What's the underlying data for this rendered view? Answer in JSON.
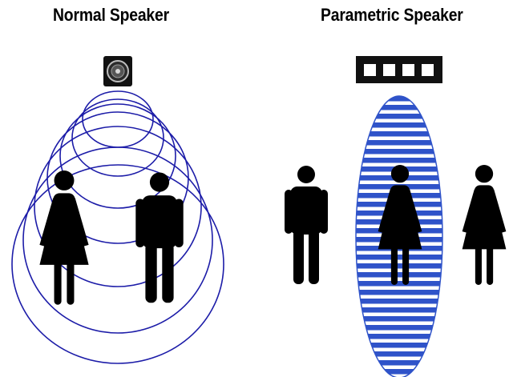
{
  "titles": {
    "normal": "Normal Speaker",
    "parametric": "Parametric Speaker"
  },
  "colors": {
    "wave_ring": "#1c1ca8",
    "beam_fill": "#2f53c9",
    "figure": "#000000",
    "background": "#ffffff"
  },
  "icons": {
    "normal_speaker": "round-cone-speaker-icon",
    "parametric_speaker": "ultrasonic-transducer-array-icon",
    "person_male": "male-person-icon",
    "person_female": "female-person-icon"
  },
  "diagram": {
    "normal_side": {
      "figures": [
        "female-person-icon",
        "male-person-icon"
      ],
      "sound_pattern": "expanding concentric rings"
    },
    "parametric_side": {
      "figures": [
        "male-person-icon",
        "female-person-icon",
        "female-person-icon"
      ],
      "sound_pattern": "narrow striped beam covering only the middle person"
    }
  }
}
